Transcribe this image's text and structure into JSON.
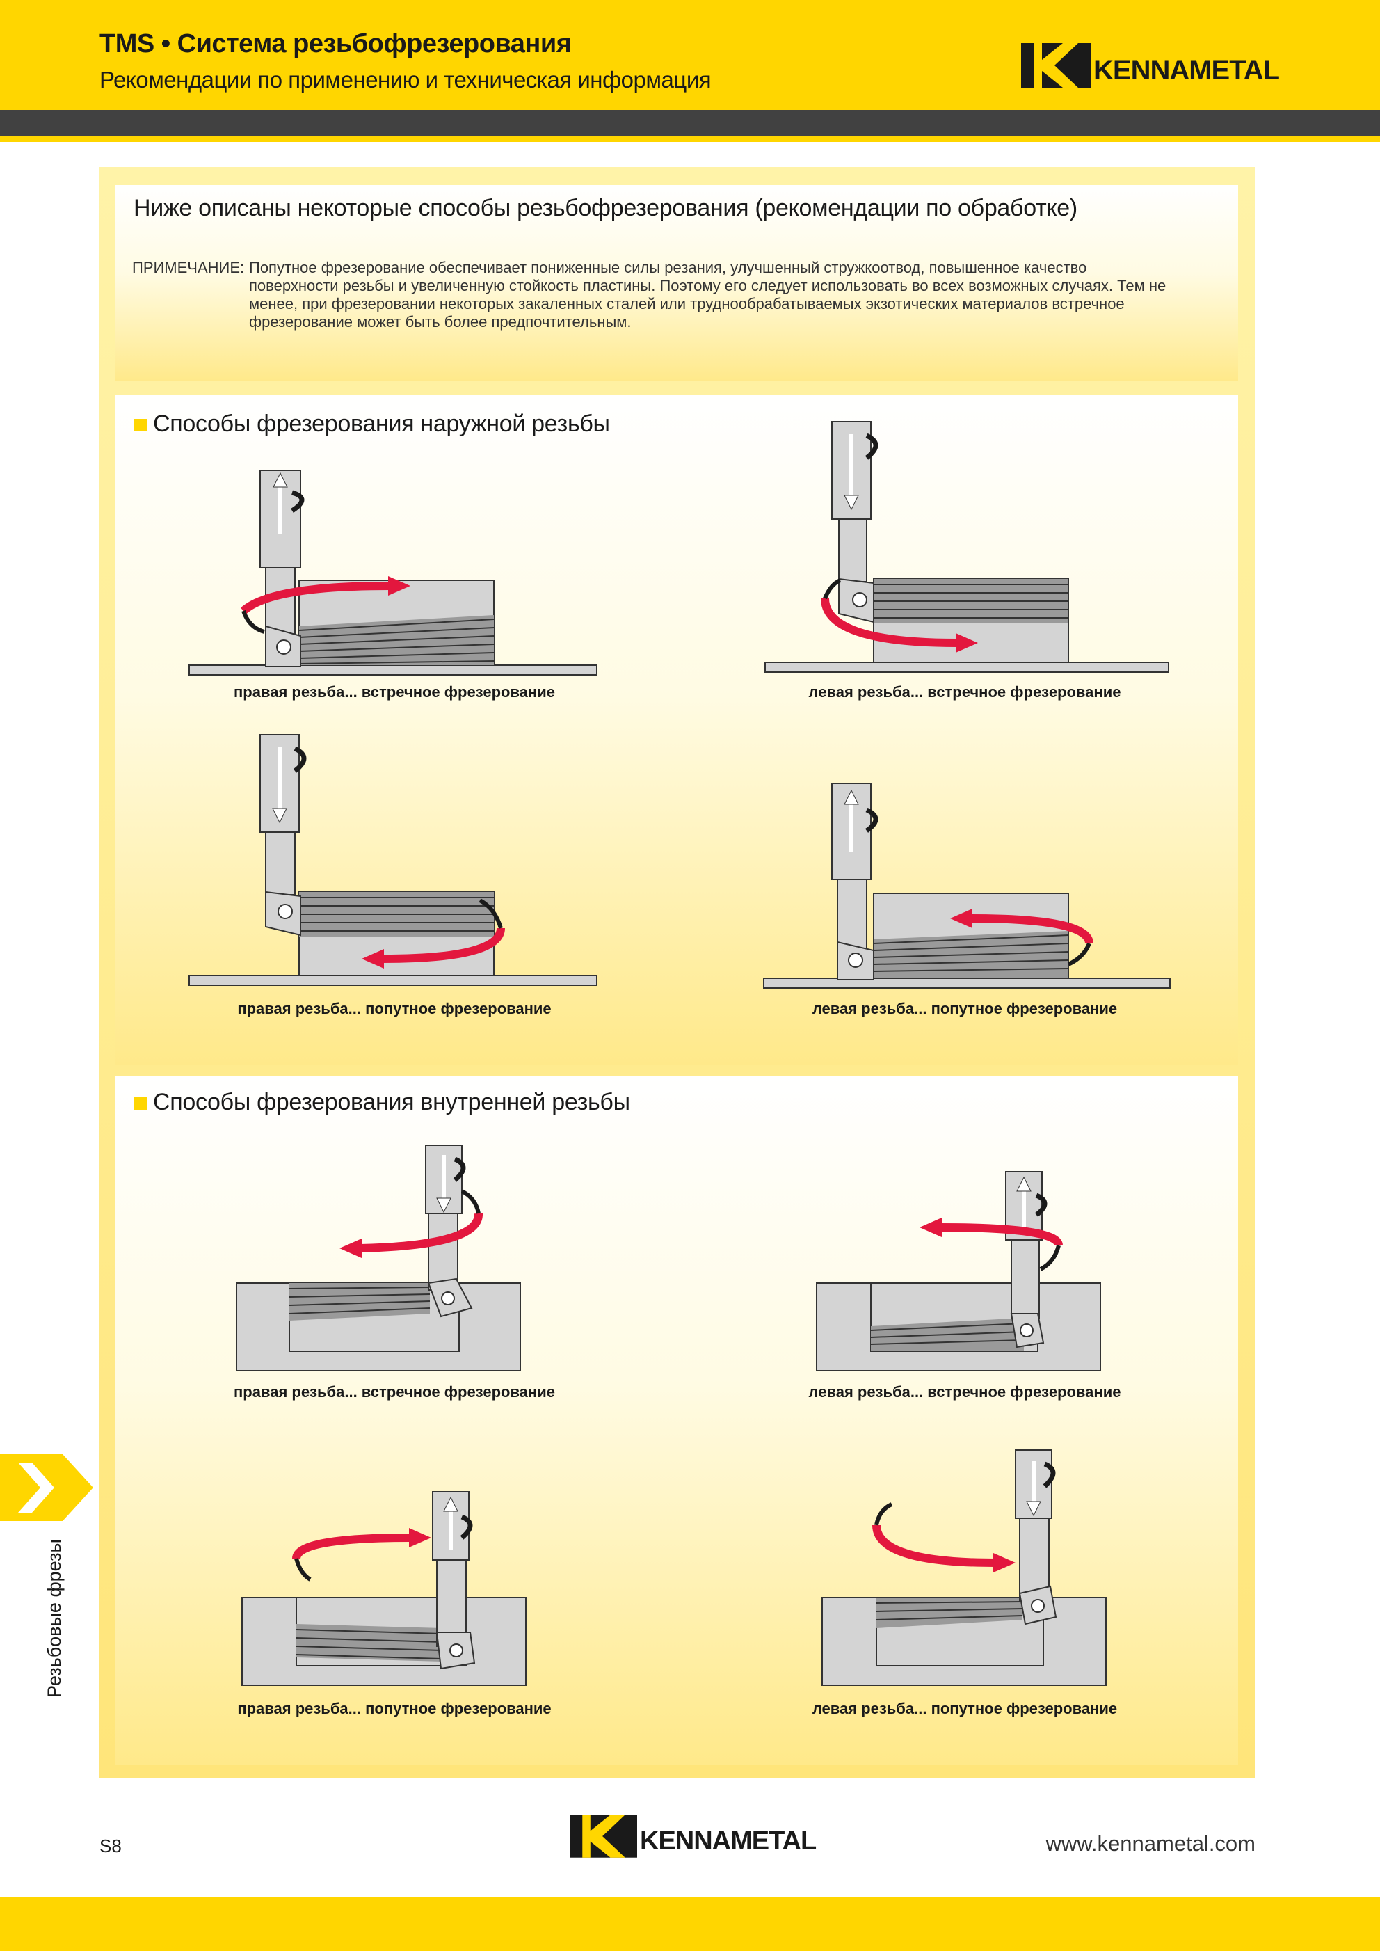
{
  "header": {
    "title": "TMS • Система резьбофрезерования",
    "subtitle": "Рекомендации по применению и техническая информация",
    "brand": "KENNAMETAL"
  },
  "intro": {
    "title": "Ниже описаны некоторые способы резьбофрезерования (рекомендации по обработке)",
    "note_label": "ПРИМЕЧАНИЕ:",
    "note_text": "Попутное фрезерование обеспечивает пониженные силы резания, улучшенный стружкоотвод, повышенное качество поверхности резьбы и увеличенную стойкость пластины. Поэтому его следует использовать во всех возможных случаях. Тем не менее, при фрезеровании некоторых закаленных сталей или труднообрабатываемых экзотических материалов встречное фрезерование может быть более предпочтительным."
  },
  "external": {
    "title": "Способы фрезерования наружной резьбы",
    "captions": [
      "правая резьба... встречное фрезерование",
      "левая резьба... встречное фрезерование",
      "правая резьба... попутное фрезерование",
      "левая резьба... попутное фрезерование"
    ]
  },
  "internal": {
    "title": "Способы фрезерования внутренней резьбы",
    "captions": [
      "правая резьба... встречное фрезерование",
      "левая резьба... встречное фрезерование",
      "правая резьба... попутное фрезерование",
      "левая резьба... попутное фрезерование"
    ]
  },
  "side_tab": {
    "label": "Резьбовые фрезы"
  },
  "footer": {
    "page": "S8",
    "brand": "KENNAMETAL",
    "url": "www.kennametal.com"
  },
  "colors": {
    "brand_yellow": "#ffd600",
    "header_dark": "#414141",
    "arrow_red": "#e3173e",
    "part_gray": "#d4d4d4"
  }
}
